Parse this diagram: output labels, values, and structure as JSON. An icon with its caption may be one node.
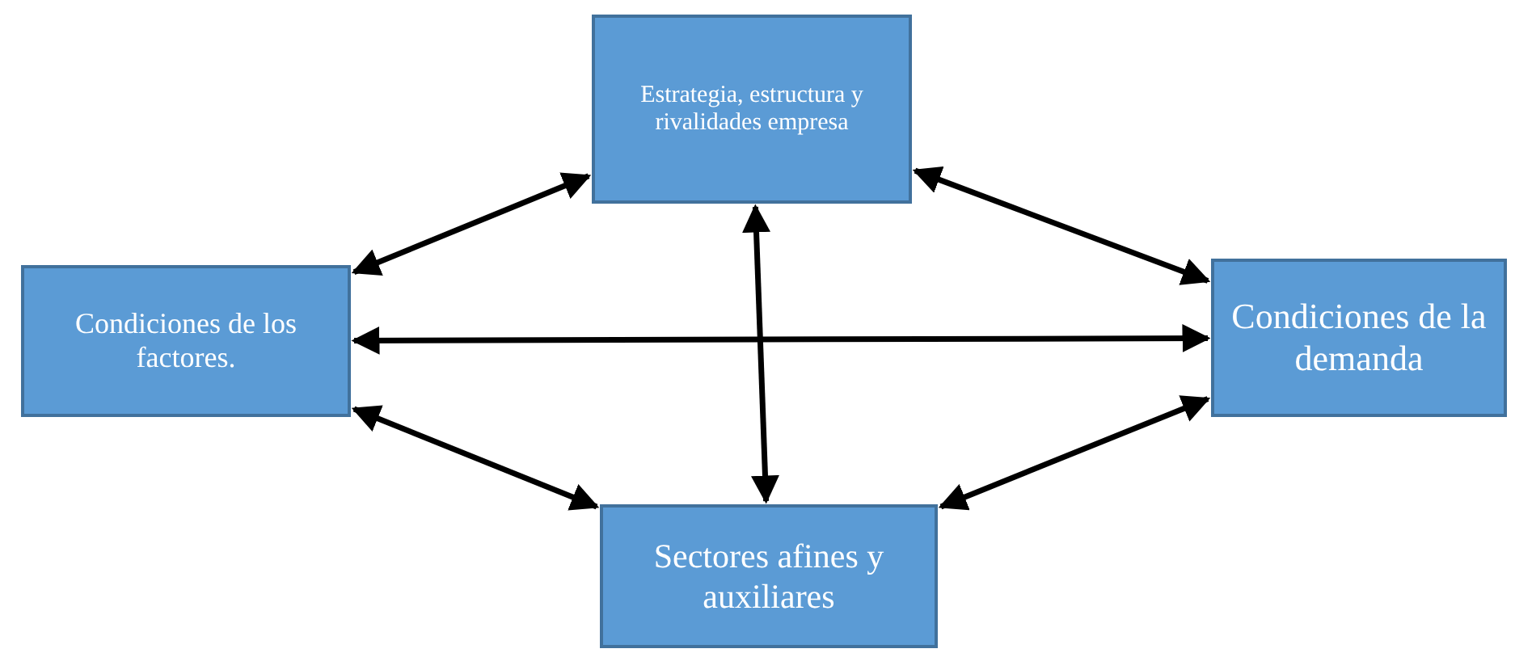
{
  "diagram": {
    "nodes": [
      {
        "text": [
          "Estrategia, estructura y rivalidades empresa"
        ]
      },
      {
        "text": [
          "Condiciones de los factores."
        ]
      },
      {
        "text": [
          "Condiciones de la demanda"
        ]
      },
      {
        "text": [
          "Sectores afines y auxiliares"
        ]
      }
    ],
    "edges": [
      {
        "from": 1,
        "to": 0,
        "arrow": "both"
      },
      {
        "from": 0,
        "to": 2,
        "arrow": "both"
      },
      {
        "from": 1,
        "to": 2,
        "arrow": "both"
      },
      {
        "from": 0,
        "to": 3,
        "arrow": "both"
      },
      {
        "from": 1,
        "to": 3,
        "arrow": "both"
      },
      {
        "from": 3,
        "to": 2,
        "arrow": "both"
      }
    ]
  }
}
